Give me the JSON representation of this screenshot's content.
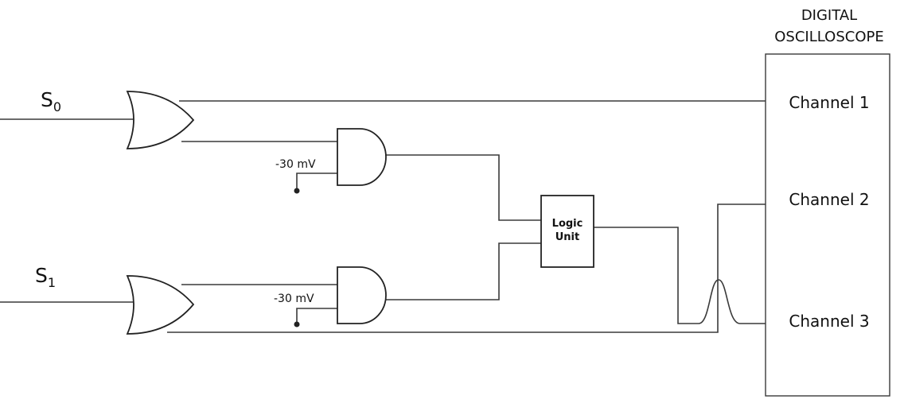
{
  "signals": {
    "s0": {
      "letter": "S",
      "subscript": "0"
    },
    "s1": {
      "letter": "S",
      "subscript": "1"
    }
  },
  "and_gates": {
    "top_ground_label": "-30 mV",
    "bottom_ground_label": "-30 mV"
  },
  "logic_unit": {
    "line1": "Logic",
    "line2": "Unit"
  },
  "oscilloscope": {
    "title_line1": "DIGITAL",
    "title_line2": "OSCILLOSCOPE",
    "channels": [
      "Channel 1",
      "Channel 2",
      "Channel 3"
    ]
  }
}
